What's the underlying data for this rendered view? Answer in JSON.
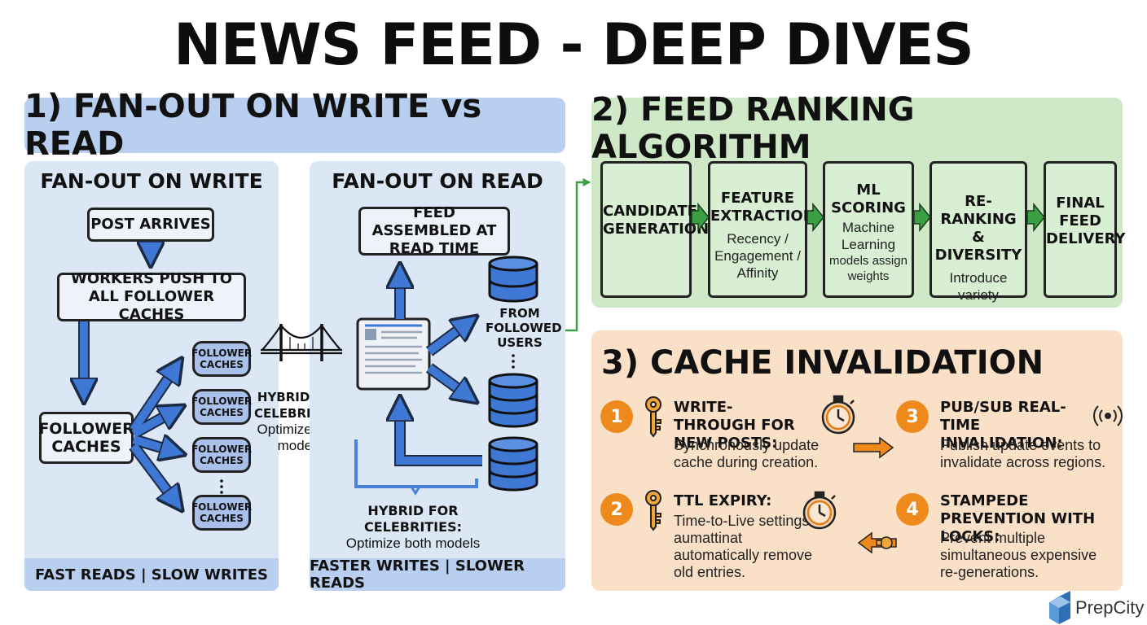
{
  "title": "NEWS FEED - DEEP DIVES",
  "section1": {
    "header": "1) FAN-OUT ON WRITE vs READ",
    "write": {
      "heading": "FAN-OUT ON WRITE",
      "post_arrives": "POST ARRIVES",
      "workers": "WORKERS PUSH TO ALL FOLLOWER CACHES",
      "follower_caches": "FOLLOWER CACHES",
      "cache_label": "FOLLOWER CACHES",
      "footer": "FAST READS | SLOW WRITES"
    },
    "hybrid_mid": {
      "title": "HYBRID FOR CELEBRITIES:",
      "desc": "Optimize both models"
    },
    "read": {
      "heading": "FAN-OUT ON READ",
      "assembled": "FEED ASSEMBLED AT READ TIME",
      "from_followed": "FROM FOLLOWED USERS",
      "hybrid_title": "HYBRID FOR CELEBRITIES:",
      "hybrid_desc": "Optimize both models",
      "footer": "FASTER WRITES | SLOWER READS"
    }
  },
  "section2": {
    "header": "2) FEED RANKING ALGORITHM",
    "stages": [
      {
        "name": "CANDIDATE GENERATION",
        "desc": ""
      },
      {
        "name": "FEATURE EXTRACTION",
        "desc": "Recency / Engagement / Affinity"
      },
      {
        "name": "ML SCORING",
        "desc": "Machine Learning",
        "desc2": "models assign weights"
      },
      {
        "name": "RE-RANKING & DIVERSITY",
        "desc": "Introduce variety"
      },
      {
        "name": "FINAL FEED DELIVERY",
        "desc": ""
      }
    ]
  },
  "section3": {
    "header": "3) CACHE INVALIDATION",
    "items": [
      {
        "num": "1",
        "title": "WRITE-THROUGH FOR NEW POSTS:",
        "desc": "Synchronously update cache during creation."
      },
      {
        "num": "2",
        "title": "TTL EXPIRY:",
        "desc": "Time-to-Live settings aumattinat automatically remove old entries."
      },
      {
        "num": "3",
        "title": "PUB/SUB REAL-TIME INVALIDATION:",
        "desc": "Publish update events to invalidate across regions."
      },
      {
        "num": "4",
        "title": "STAMPEDE PREVENTION WITH LOCKS:",
        "desc": "Prevent multiple simultaneous expensive re-generations."
      }
    ]
  },
  "brand": "PrepCity",
  "colors": {
    "blue_panel": "#dce7f6",
    "blue_header": "#b9cff0",
    "green_panel": "#cfe9c8",
    "orange_panel": "#fbe0c8",
    "orange_badge": "#ee8a1c",
    "arrow_blue": "#3e78d4",
    "arrow_green": "#3aa043"
  }
}
